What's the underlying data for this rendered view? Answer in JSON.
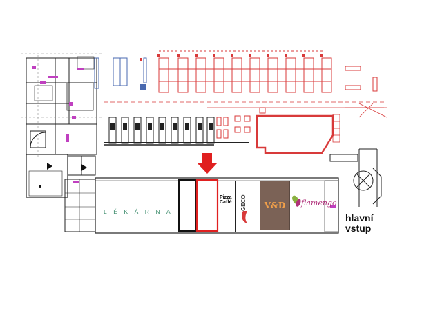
{
  "map": {
    "stores": {
      "pharmacy_label": "LÉKÁRNA",
      "pizza_line1": "Pizza",
      "pizza_line2": "Caffé",
      "geco_logo": "GECO",
      "vd_logo": "V&D",
      "flamengo_logo": "flamengo"
    },
    "entrance": {
      "line1": "hlavní",
      "line2": "vstup"
    },
    "highlight": {
      "color": "#e02020",
      "arrow_icon": "down-arrow-icon"
    },
    "colors": {
      "plan_red": "#d83a3a",
      "plan_dark": "#222222",
      "accent_magenta": "#c040c0",
      "pharmacy_green": "#3a8a6a",
      "vd_brown": "#7b6256"
    }
  }
}
